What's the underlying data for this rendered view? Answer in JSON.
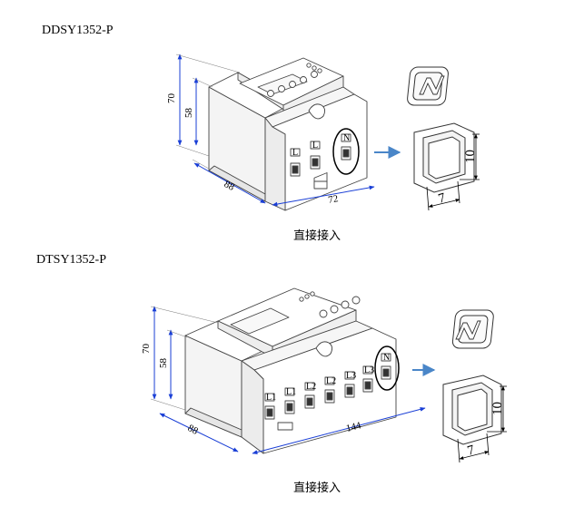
{
  "section_top": {
    "title": "DDSY1352-P",
    "caption": "直接接入",
    "dims": {
      "height_total": "70",
      "height_body": "58",
      "depth": "88",
      "width": "72",
      "cap_height": "10",
      "cap_width": "7"
    },
    "terminal_labels": [
      "L",
      "L",
      "N"
    ]
  },
  "section_bottom": {
    "title": "DTSY1352-P",
    "caption": "直接接入",
    "dims": {
      "height_total": "70",
      "height_body": "58",
      "depth": "88",
      "width": "144",
      "cap_height": "10",
      "cap_width": "7"
    },
    "terminal_labels": [
      "L1",
      "L1",
      "L2",
      "L2",
      "L3",
      "L3",
      "N"
    ]
  },
  "colors": {
    "dimension": "#1a3fd6",
    "arrow": "#4a86c8",
    "outline": "#444444"
  }
}
